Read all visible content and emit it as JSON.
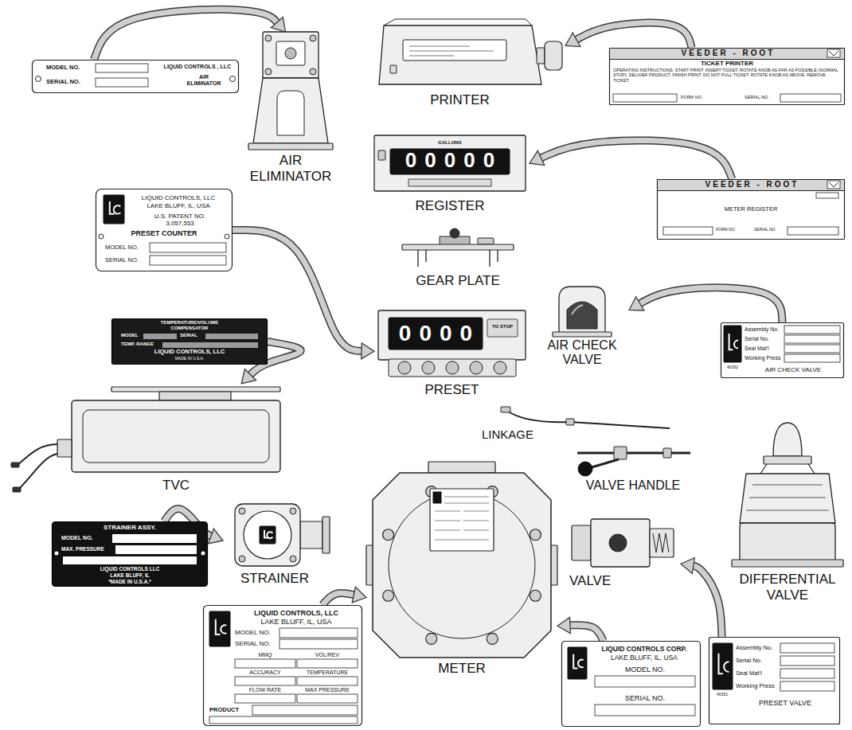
{
  "diagram": {
    "nodes": [
      {
        "text": [
          "MODEL NO.",
          "SERIAL NO.",
          "LIQUID CONTROLS , LLC",
          "AIR ELIMINATOR"
        ]
      },
      {
        "text": [
          "AIR ELIMINATOR"
        ]
      },
      {
        "text": [
          "PRINTER"
        ]
      },
      {
        "text": [
          "VEEDER - ROOT",
          "TICKET PRINTER",
          "OPERATING INSTRUCTIONS: START PRINT: INSERT TICKET. ROTATE KNOB AS FAR AS POSSIBLE (NORMAL STOP). DELIVER PRODUCT. FINISH PRINT: DO NOT PULL TICKET. ROTATE KNOB AS ABOVE. REMOVE TICKET.",
          "FORM NO.",
          "SERIAL NO."
        ]
      },
      {
        "text": [
          "GALLONS",
          "00000",
          "REGISTER"
        ]
      },
      {
        "text": [
          "VEEDER - ROOT",
          "METER REGISTER",
          "FORM NO.",
          "SERIAL NO."
        ]
      },
      {
        "text": [
          "LIQUID CONTROLS, LLC",
          "LAKE BLUFF, IL, USA",
          "U.S. PATENT NO. 3,057,553",
          "PRESET COUNTER",
          "MODEL NO.",
          "SERIAL NO."
        ]
      },
      {
        "text": [
          "GEAR PLATE"
        ]
      },
      {
        "text": [
          "TEMPERATURE/VOLUME COMPENSATOR",
          "MODEL",
          "SERIAL",
          "TEMP. RANGE",
          "LIQUID CONTROLS, LLC",
          "MADE IN U.S.A."
        ]
      },
      {
        "text": [
          "0000",
          "TO STOP",
          "PRESET"
        ]
      },
      {
        "text": [
          "AIR CHECK VALVE"
        ]
      },
      {
        "text": [
          "Assembly No.",
          "Serial No.",
          "Seal Mat'l",
          "Working Press",
          "40362",
          "AIR CHECK VALVE"
        ]
      },
      {
        "text": [
          "TVC"
        ]
      },
      {
        "text": [
          "LINKAGE"
        ]
      },
      {
        "text": [
          "VALVE HANDLE"
        ]
      },
      {
        "text": [
          "STRAINER ASSY.",
          "MODEL NO.",
          "MAX. PRESSURE",
          "LIQUID CONTROLS LLC",
          "LAKE BLUFF, IL",
          "*MADE IN U.S.A.*"
        ]
      },
      {
        "text": [
          "STRAINER"
        ]
      },
      {
        "text": [
          "METER"
        ]
      },
      {
        "text": [
          "VALVE"
        ]
      },
      {
        "text": [
          "DIFFERENTIAL VALVE"
        ]
      },
      {
        "text": [
          "LIQUID CONTROLS, LLC",
          "LAKE BLUFF, IL, USA",
          "MODEL NO.",
          "SERIAL NO.",
          "MMQ",
          "VOL/REV",
          "ACCURACY",
          "TEMPERATURE",
          "FLOW RATE",
          "MAX PRESSURE",
          "PRODUCT"
        ]
      },
      {
        "text": [
          "LIQUID CONTROLS CORP.",
          "LAKE BLUFF, IL, USA",
          "MODEL NO.",
          "SERIAL NO."
        ]
      },
      {
        "text": [
          "Assembly No.",
          "Serial No.",
          "Seal Mat'l",
          "Working Press",
          "40361",
          "PRESET VALVE"
        ]
      }
    ],
    "edges": [
      {
        "from": 0,
        "to": 1,
        "arrow": "to"
      },
      {
        "from": 3,
        "to": 2,
        "arrow": "to"
      },
      {
        "from": 5,
        "to": 4,
        "arrow": "to"
      },
      {
        "from": 6,
        "to": 9,
        "arrow": "to"
      },
      {
        "from": 8,
        "to": 12,
        "arrow": "to"
      },
      {
        "from": 11,
        "to": 10,
        "arrow": "to"
      },
      {
        "from": 15,
        "to": 16,
        "arrow": "to"
      },
      {
        "from": 20,
        "to": 17,
        "arrow": "to"
      },
      {
        "from": 21,
        "to": 17,
        "arrow": "to"
      },
      {
        "from": 22,
        "to": 18,
        "arrow": "to"
      }
    ]
  }
}
